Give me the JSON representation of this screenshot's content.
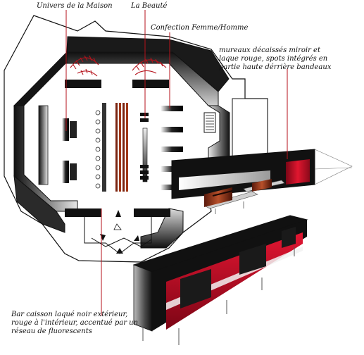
{
  "labels": {
    "univers": "Univers de la Maison",
    "beaute": "La Beauté",
    "confection": "Confection Femme/Homme",
    "mureaux": [
      "mureaux décaissés miroir et",
      "laque rouge, spots intégrés en",
      "partie haute dérrière bandeaux"
    ],
    "bar": [
      "Bar caisson laqué noir extérieur,",
      "rouge à l'intérieur, accentué par un",
      "réseau de fluorescents"
    ]
  },
  "colors": {
    "wall_dark": "#141414",
    "wall_light": "#d9d9d9",
    "leader_red": "#b5121b",
    "lacquer_red": "#d4102c",
    "wood": "#8a2d16"
  }
}
